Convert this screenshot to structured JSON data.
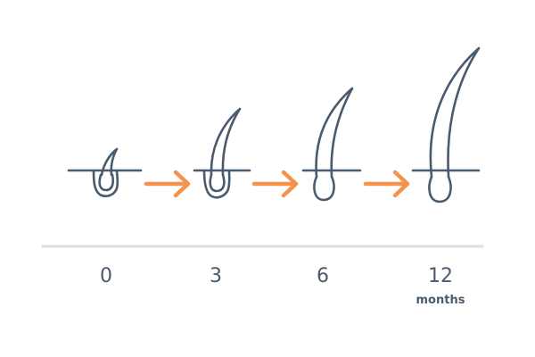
{
  "diagram": {
    "stages": [
      {
        "label": "0"
      },
      {
        "label": "3"
      },
      {
        "label": "6"
      },
      {
        "label": "12"
      }
    ],
    "unit": "months"
  },
  "colors": {
    "hair": "#4a5b6e",
    "arrow": "#f5924b",
    "timeline": "#dcdfe4",
    "background": "#ffffff"
  }
}
